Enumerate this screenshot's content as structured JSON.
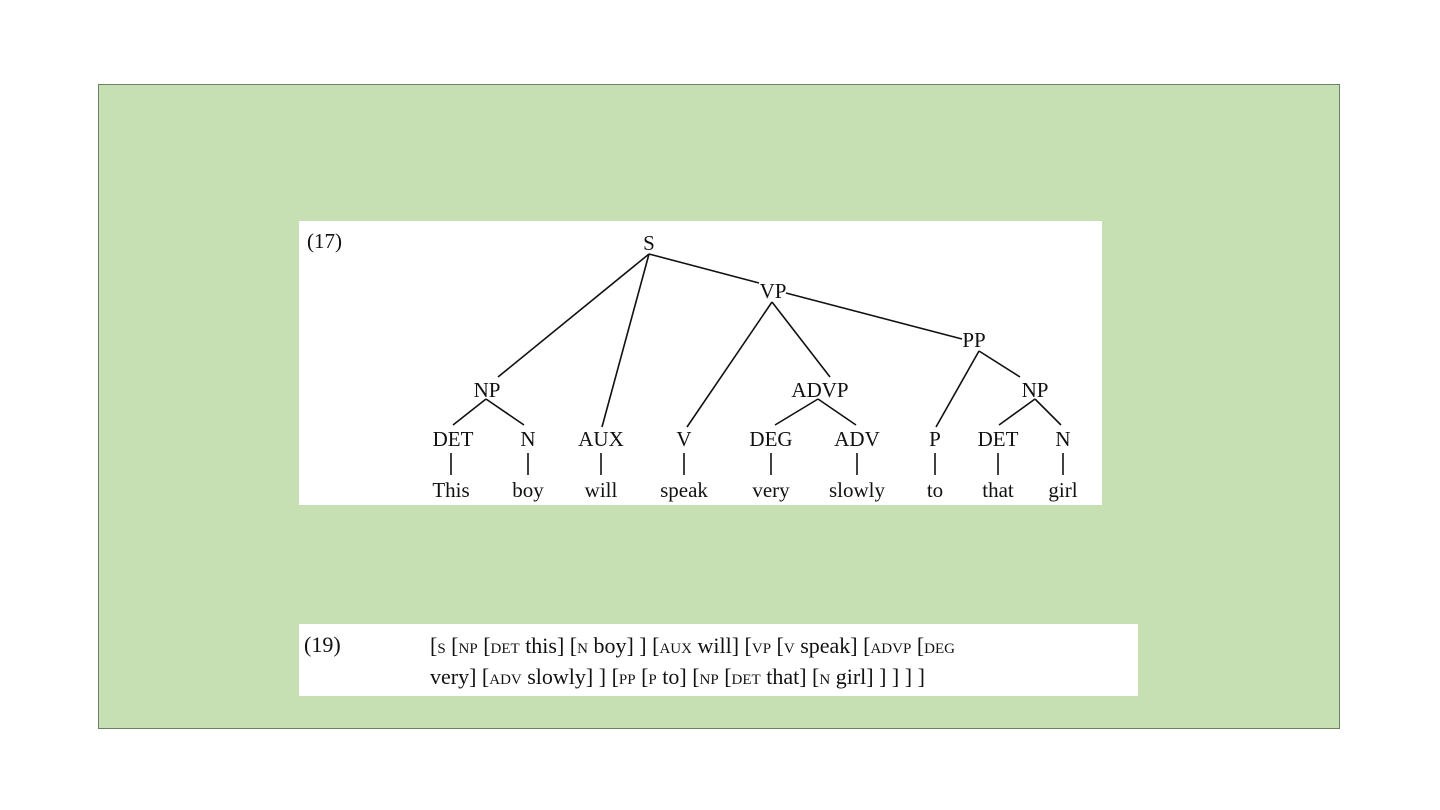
{
  "figure17": {
    "label": "(17)",
    "nodes": {
      "S": "S",
      "VP": "VP",
      "PP": "PP",
      "NP1": "NP",
      "ADVP": "ADVP",
      "NP2": "NP",
      "DET1": "DET",
      "N1": "N",
      "AUX": "AUX",
      "V": "V",
      "DEG": "DEG",
      "ADV": "ADV",
      "P": "P",
      "DET2": "DET",
      "N2": "N"
    },
    "words": [
      "This",
      "boy",
      "will",
      "speak",
      "very",
      "slowly",
      "to",
      "that",
      "girl"
    ]
  },
  "figure19": {
    "label": "(19)",
    "line1": [
      {
        "t": "["
      },
      {
        "s": "S"
      },
      {
        "t": " ["
      },
      {
        "s": "NP"
      },
      {
        "t": " ["
      },
      {
        "s": "DET"
      },
      {
        "t": " this] ["
      },
      {
        "s": "N"
      },
      {
        "t": " boy] ] ["
      },
      {
        "s": "AUX"
      },
      {
        "t": " will] ["
      },
      {
        "s": "VP"
      },
      {
        "t": " ["
      },
      {
        "s": "V"
      },
      {
        "t": " speak] ["
      },
      {
        "s": "ADVP"
      },
      {
        "t": " ["
      },
      {
        "s": "DEG"
      }
    ],
    "line2": [
      {
        "t": "very] ["
      },
      {
        "s": "ADV"
      },
      {
        "t": " slowly] ] ["
      },
      {
        "s": "PP"
      },
      {
        "t": " ["
      },
      {
        "s": "P"
      },
      {
        "t": " to] ["
      },
      {
        "s": "NP"
      },
      {
        "t": " ["
      },
      {
        "s": "DET"
      },
      {
        "t": " that] ["
      },
      {
        "s": "N"
      },
      {
        "t": " girl] ] ] ] ]"
      }
    ]
  }
}
